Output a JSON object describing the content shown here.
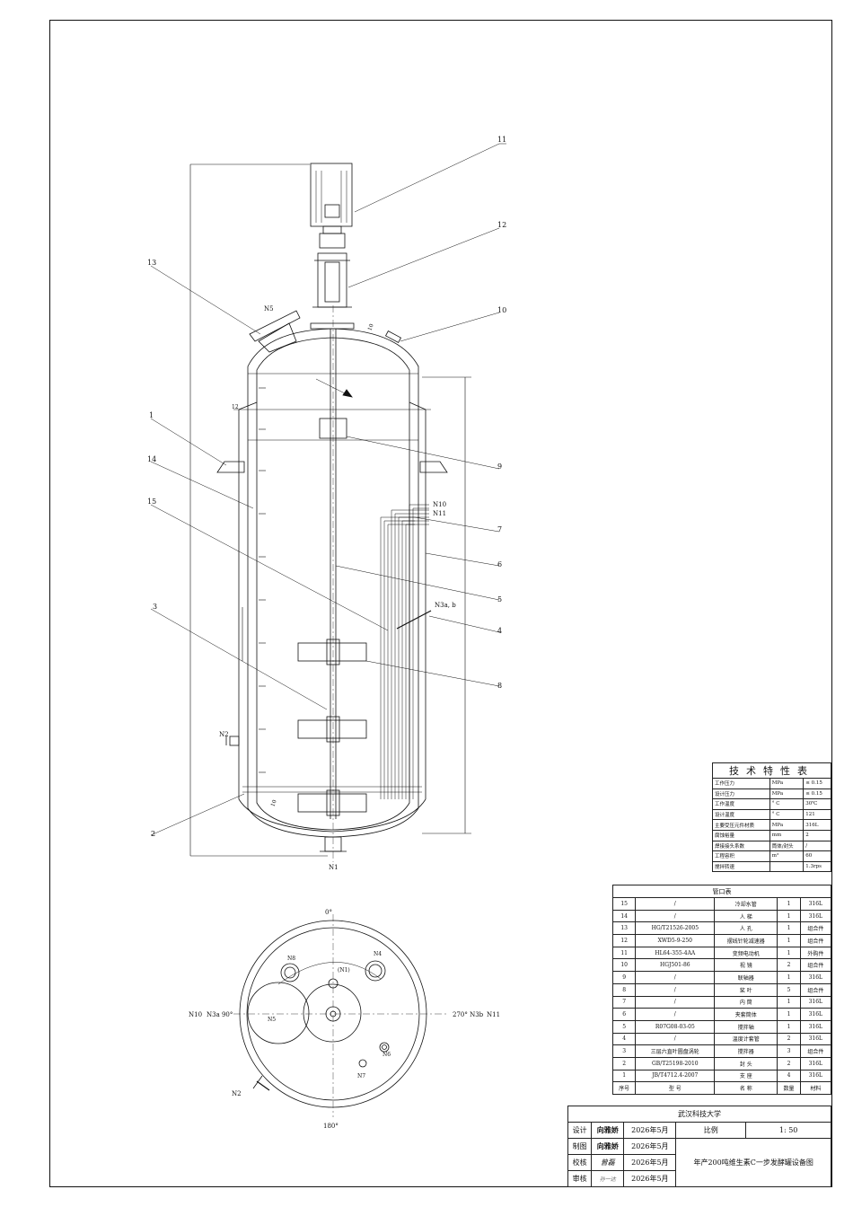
{
  "part_labels": [
    "1",
    "2",
    "3",
    "4",
    "5",
    "6",
    "7",
    "8",
    "9",
    "10",
    "11",
    "12",
    "13",
    "14",
    "15"
  ],
  "nozzle_labels": {
    "n1": "N1",
    "n2": "N2",
    "n3ab": "N3a, b",
    "n5": "N5",
    "n10": "N10",
    "n11": "N11"
  },
  "dimensions": {
    "d10a": "10",
    "d10b": "10",
    "d12": "12"
  },
  "plan_view": {
    "deg0": "0°",
    "deg90": "N3a 90°",
    "deg180": "180°",
    "deg270": "270° N3b",
    "n10": "N10",
    "n11": "N11",
    "n2": "N2",
    "n4": "N4",
    "n5": "N5",
    "n6": "N6",
    "n7": "N7",
    "n8": "N8",
    "n1": "(N1)"
  },
  "spec_table": {
    "title": "技术特性表",
    "rows": [
      {
        "name": "工作压力",
        "unit": "MPa",
        "value": "≤ 0.15"
      },
      {
        "name": "设计压力",
        "unit": "MPa",
        "value": "≤ 0.15"
      },
      {
        "name": "工作温度",
        "unit": "° C",
        "value": "30℃"
      },
      {
        "name": "设计温度",
        "unit": "° C",
        "value": "121"
      },
      {
        "name": "主要受压元件材质",
        "unit": "MPa",
        "value": "316L"
      },
      {
        "name": "腐蚀裕量",
        "unit": "mm",
        "value": "2"
      },
      {
        "name": "焊接接头系数",
        "unit": "筒体/封头",
        "value": "/"
      },
      {
        "name": "工程容积",
        "unit": "m³",
        "value": "60"
      },
      {
        "name": "搅拌转速",
        "unit": "",
        "value": "1.3rps"
      }
    ]
  },
  "nozzle_table": {
    "title": "管口表",
    "rows": [
      {
        "no": "15",
        "model": "/",
        "name": "冷却水管",
        "qty": "1",
        "mat": "316L"
      },
      {
        "no": "14",
        "model": "/",
        "name": "人 梯",
        "qty": "1",
        "mat": "316L"
      },
      {
        "no": "13",
        "model": "HG/T21526-2005",
        "name": "人 孔",
        "qty": "1",
        "mat": "组合件"
      },
      {
        "no": "12",
        "model": "XWD5-9-250",
        "name": "摆线针轮减速器",
        "qty": "1",
        "mat": "组合件"
      },
      {
        "no": "11",
        "model": "HL64-355-4AA",
        "name": "变频电动机",
        "qty": "1",
        "mat": "外购件"
      },
      {
        "no": "10",
        "model": "HGJ501-86",
        "name": "视 镜",
        "qty": "2",
        "mat": "组合件"
      },
      {
        "no": "9",
        "model": "/",
        "name": "联轴器",
        "qty": "1",
        "mat": "316L"
      },
      {
        "no": "8",
        "model": "/",
        "name": "桨 叶",
        "qty": "5",
        "mat": "组合件"
      },
      {
        "no": "7",
        "model": "/",
        "name": "内 筒",
        "qty": "1",
        "mat": "316L"
      },
      {
        "no": "6",
        "model": "/",
        "name": "夹套筒体",
        "qty": "1",
        "mat": "316L"
      },
      {
        "no": "5",
        "model": "R07G08-03-05",
        "name": "搅拌轴",
        "qty": "1",
        "mat": "316L"
      },
      {
        "no": "4",
        "model": "/",
        "name": "温度计套管",
        "qty": "2",
        "mat": "316L"
      },
      {
        "no": "3",
        "model": "三层六直叶圆盘涡轮",
        "name": "搅拌器",
        "qty": "3",
        "mat": "组合件"
      },
      {
        "no": "2",
        "model": "GB/T25198-2010",
        "name": "封 头",
        "qty": "2",
        "mat": "316L"
      },
      {
        "no": "1",
        "model": "JB/T4712.4-2007",
        "name": "支 座",
        "qty": "4",
        "mat": "316L"
      }
    ],
    "header": {
      "no": "序号",
      "model": "型 号",
      "name": "名 称",
      "qty": "数量",
      "mat": "材料"
    }
  },
  "title_block": {
    "school": "武汉科技大学",
    "design_label": "设计",
    "drawn_label": "制图",
    "check_label": "校核",
    "review_label": "审核",
    "designer": "向雅娇",
    "drafter": "向雅娇",
    "checker": "曾磊",
    "reviewer": "孙一达",
    "date1": "2026年5月",
    "date2": "2026年5月",
    "date3": "2026年5月",
    "date4": "2026年5月",
    "scale_label": "比例",
    "scale": "1: 50",
    "drawing_title": "年产200吨维生素C一步发酵罐设备图"
  }
}
